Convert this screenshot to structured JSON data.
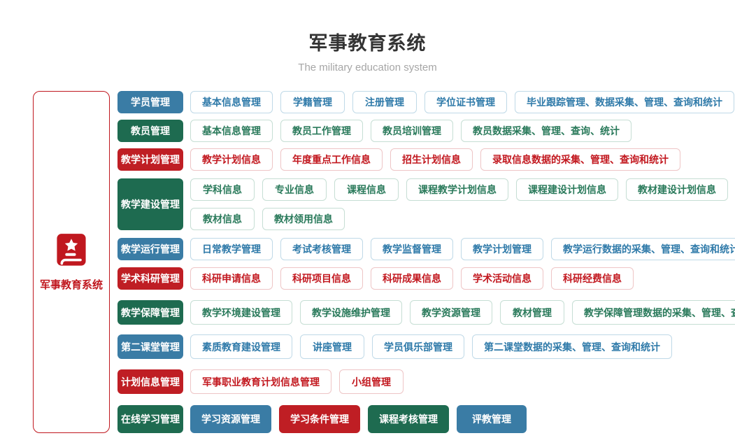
{
  "header": {
    "title": "军事教育系统",
    "subtitle": "The military education system"
  },
  "root": {
    "label": "军事教育系统",
    "icon": "book-star-icon",
    "border_color": "#c0181f"
  },
  "colors": {
    "blue": {
      "solid": "#3a7ca5",
      "text": "#2f7aa9",
      "border": "#bfd9e7"
    },
    "green": {
      "solid": "#1e6b50",
      "text": "#2a7a5b",
      "border": "#c6ded4"
    },
    "red": {
      "solid": "#bf1e24",
      "text": "#c2181f",
      "border": "#eec5c6"
    }
  },
  "rows": [
    {
      "category": "学员管理",
      "color": "blue",
      "lines": [
        [
          "基本信息管理",
          "学籍管理",
          "注册管理",
          "学位证书管理",
          "毕业跟踪管理、数据采集、管理、查询和统计"
        ]
      ]
    },
    {
      "category": "教员管理",
      "color": "green",
      "lines": [
        [
          "基本信息管理",
          "教员工作管理",
          "教员培训管理",
          "教员数据采集、管理、查询、统计"
        ]
      ]
    },
    {
      "category": "教学计划管理",
      "color": "red",
      "lines": [
        [
          "教学计划信息",
          "年度重点工作信息",
          "招生计划信息",
          "录取信息数据的采集、管理、查询和统计"
        ]
      ]
    },
    {
      "category": "教学建设管理",
      "color": "green",
      "lines": [
        [
          "学科信息",
          "专业信息",
          "课程信息",
          "课程教学计划信息",
          "课程建设计划信息",
          "教材建设计划信息"
        ],
        [
          "教材信息",
          "教材领用信息"
        ]
      ]
    },
    {
      "category": "教学运行管理",
      "color": "blue",
      "lines": [
        [
          "日常教学管理",
          "考试考核管理",
          "教学监督管理",
          "教学计划管理",
          "教学运行数据的采集、管理、查询和统计"
        ]
      ]
    },
    {
      "category": "学术科研管理",
      "color": "red",
      "lines": [
        [
          "科研申请信息",
          "科研项目信息",
          "科研成果信息",
          "学术活动信息",
          "科研经费信息"
        ]
      ]
    },
    {
      "category": "教学保障管理",
      "color": "green",
      "lines": [
        [
          "教学环境建设管理",
          "教学设施维护管理",
          "教学资源管理",
          "教材管理",
          "教学保障管理数据的采集、管理、查询和统计"
        ]
      ]
    },
    {
      "category": "第二课堂管理",
      "color": "blue",
      "lines": [
        [
          "素质教育建设管理",
          "讲座管理",
          "学员俱乐部管理",
          "第二课堂数据的采集、管理、查询和统计"
        ]
      ]
    },
    {
      "category": "计划信息管理",
      "color": "red",
      "lines": [
        [
          "军事职业教育计划信息管理",
          "小组管理"
        ]
      ]
    },
    {
      "category": "在线学习管理",
      "color": "green",
      "lines": [
        [
          {
            "label": "学习资源管理",
            "solid": true,
            "color": "blue"
          },
          {
            "label": "学习条件管理",
            "solid": true,
            "color": "red"
          },
          {
            "label": "课程考核管理",
            "solid": true,
            "color": "green"
          },
          {
            "label": "评教管理",
            "solid": true,
            "color": "blue"
          }
        ]
      ]
    }
  ]
}
